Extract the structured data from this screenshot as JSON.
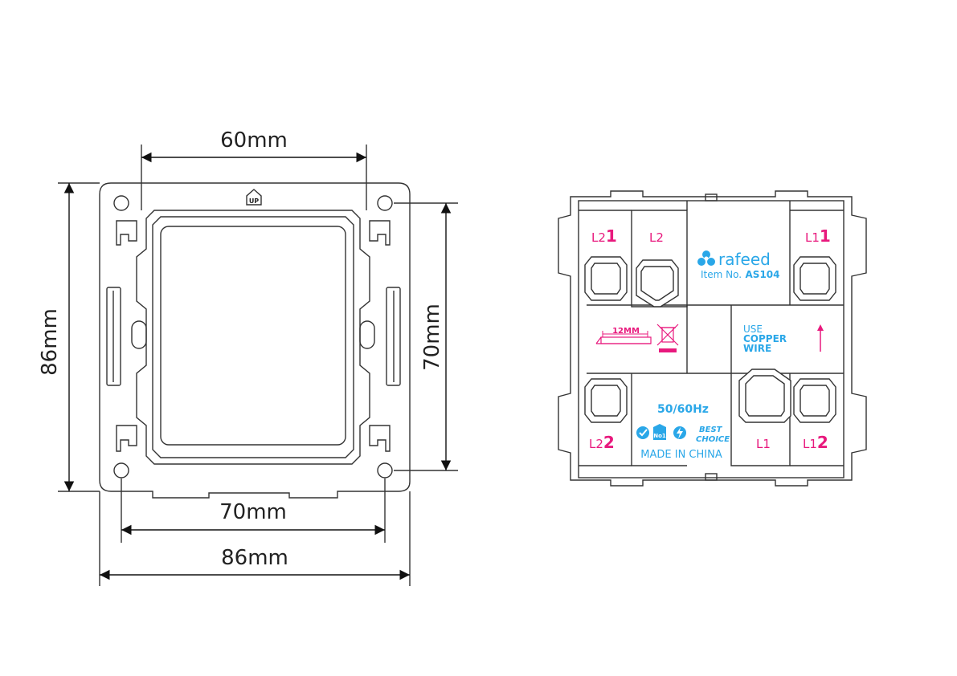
{
  "dimensions": {
    "top_width": "60mm",
    "left_height": "86mm",
    "right_height": "70mm",
    "bottom_inner": "70mm",
    "bottom_outer": "86mm"
  },
  "front": {
    "up_mark": "UP"
  },
  "module": {
    "terminals": {
      "l2_1_prefix": "L2",
      "l2_1_num": "1",
      "l2": "L2",
      "l1_1_prefix": "L1",
      "l1_1_num": "1",
      "l2_2_prefix": "L2",
      "l2_2_num": "2",
      "l1": "L1",
      "l1_2_prefix": "L1",
      "l1_2_num": "2"
    },
    "brand": "rafeed",
    "item_prefix": "Item No.",
    "item_number": "AS104",
    "strip_length": "12MM",
    "wire_use": "USE",
    "wire_copper": "COPPER",
    "wire_wire": "WIRE",
    "frequency": "50/60Hz",
    "cert_no1": "No1",
    "best": "BEST",
    "choice": "CHOICE",
    "made_in": "MADE IN CHINA",
    "colors": {
      "magenta": "#e8197d",
      "blue": "#2aa7e8",
      "outline": "#333333"
    }
  }
}
